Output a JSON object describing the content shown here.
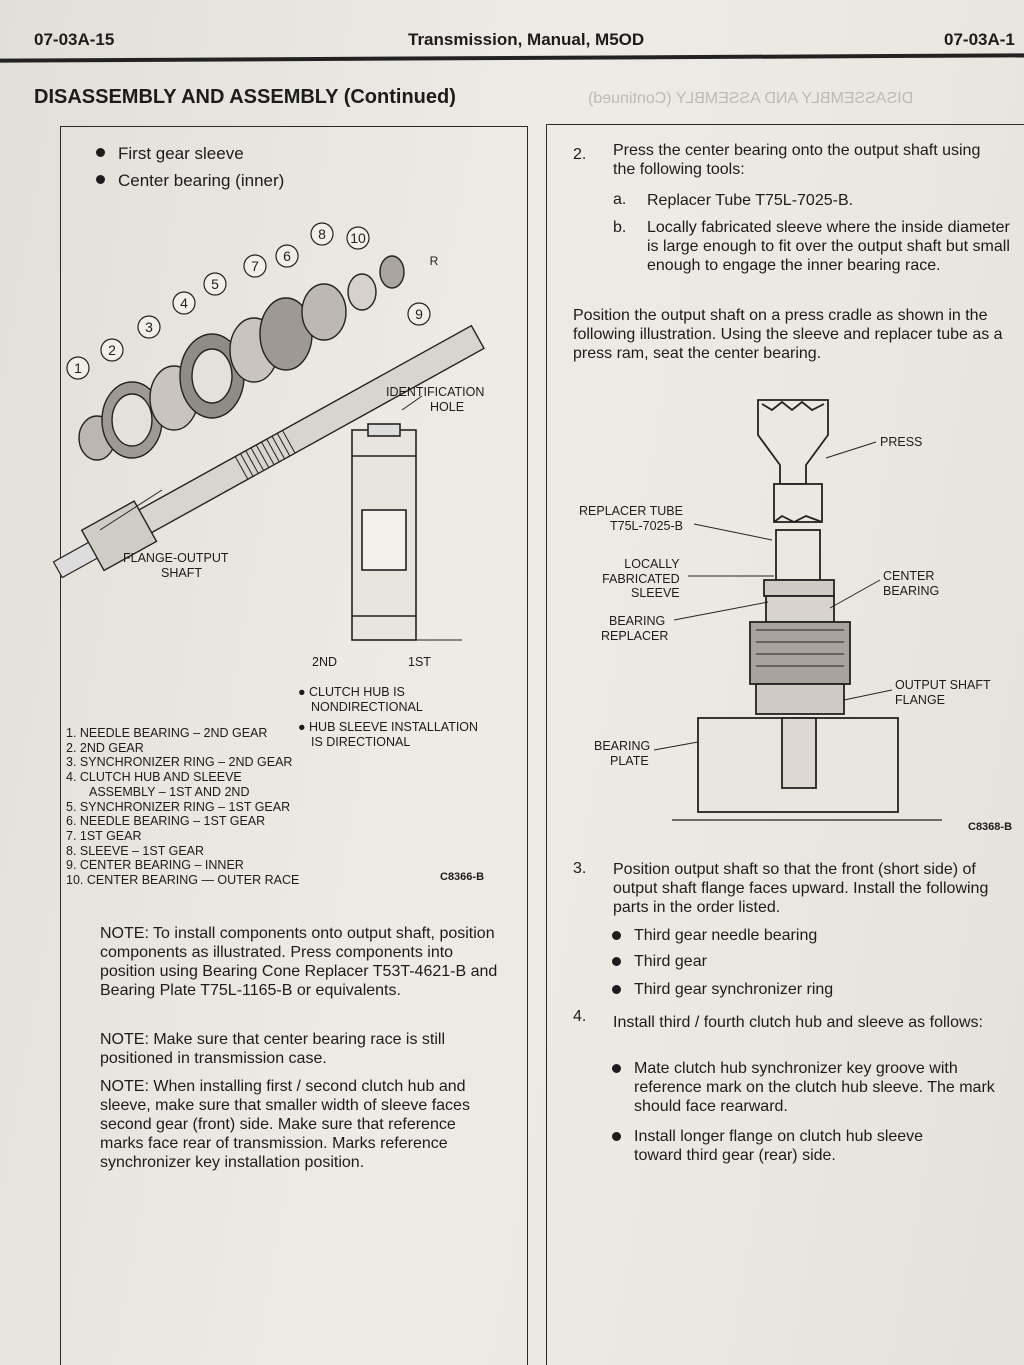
{
  "header": {
    "left": "07-03A-15",
    "center": "Transmission, Manual, M5OD",
    "right": "07-03A-1"
  },
  "section_title": "DISASSEMBLY AND ASSEMBLY (Continued)",
  "ghost_title": "DISASSEMBLY AND ASSEMBLY (Continued)",
  "left": {
    "bullets": [
      "First gear sleeve",
      "Center bearing (inner)"
    ],
    "callouts": [
      "1",
      "2",
      "3",
      "4",
      "5",
      "6",
      "7",
      "8",
      "9",
      "10",
      "R"
    ],
    "labels": {
      "id_hole": [
        "IDENTIFICATION",
        "HOLE"
      ],
      "flange": [
        "FLANGE-OUTPUT",
        "SHAFT"
      ],
      "second": "2ND",
      "first": "1ST",
      "hub_notes": [
        "CLUTCH HUB IS",
        "NONDIRECTIONAL",
        "HUB SLEEVE INSTALLATION",
        "IS DIRECTIONAL"
      ]
    },
    "parts": [
      "1. NEEDLE BEARING – 2ND GEAR",
      "2. 2ND GEAR",
      "3. SYNCHRONIZER RING – 2ND GEAR",
      "4. CLUTCH HUB AND SLEEVE",
      "ASSEMBLY – 1ST AND 2ND",
      "5. SYNCHRONIZER RING – 1ST GEAR",
      "6. NEEDLE BEARING – 1ST GEAR",
      "7. 1ST GEAR",
      "8. SLEEVE – 1ST GEAR",
      "9. CENTER BEARING – INNER",
      "10. CENTER BEARING — OUTER RACE"
    ],
    "code": "C8366-B",
    "notes": [
      "NOTE: To install components onto output shaft, position components as illustrated. Press components into position using Bearing Cone Replacer T53T-4621-B and Bearing Plate T75L-1165-B or equivalents.",
      "NOTE: Make sure that center bearing race is still positioned in transmission case.",
      "NOTE: When installing first / second clutch hub and sleeve, make sure that smaller width of sleeve faces second gear (front) side. Make sure that reference marks face rear of transmission. Marks reference synchronizer key installation position."
    ]
  },
  "right": {
    "step2": {
      "num": "2.",
      "text": "Press the center bearing onto the output shaft using the following tools:",
      "a_label": "a.",
      "a_text": "Replacer Tube T75L-7025-B.",
      "b_label": "b.",
      "b_text": "Locally fabricated sleeve where the inside diameter is large enough to fit over the output shaft but small enough to engage the inner bearing race."
    },
    "position_text": "Position the output shaft on a press cradle as shown in the following illustration. Using the sleeve and replacer tube as a press ram, seat the center bearing.",
    "fig": {
      "press": "PRESS",
      "replacer": [
        "REPLACER TUBE",
        "T75L-7025-B"
      ],
      "sleeve": [
        "LOCALLY",
        "FABRICATED",
        "SLEEVE"
      ],
      "bearing_replacer": [
        "BEARING",
        "REPLACER"
      ],
      "center_bearing": [
        "CENTER",
        "BEARING"
      ],
      "flange": [
        "OUTPUT SHAFT",
        "FLANGE"
      ],
      "plate": [
        "BEARING",
        "PLATE"
      ],
      "code": "C8368-B"
    },
    "step3": {
      "num": "3.",
      "text": "Position output shaft so that the front (short side) of output shaft flange faces upward. Install the following parts in the order listed.",
      "items": [
        "Third gear needle bearing",
        "Third gear",
        "Third gear synchronizer ring"
      ]
    },
    "step4": {
      "num": "4.",
      "text": "Install third / fourth clutch hub and sleeve as follows:",
      "items": [
        "Mate clutch hub synchronizer key groove with reference mark on the clutch hub sleeve. The mark should face rearward.",
        "Install longer flange on clutch hub sleeve toward third gear (rear) side."
      ]
    }
  }
}
